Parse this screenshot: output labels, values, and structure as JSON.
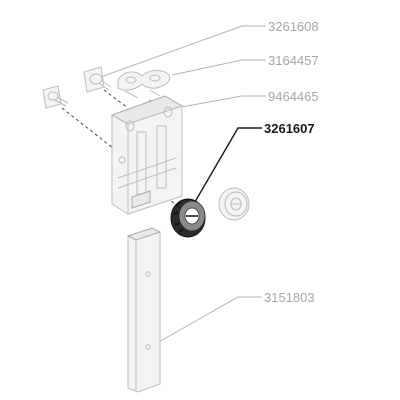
{
  "diagram": {
    "parts": [
      {
        "id": "3261608",
        "highlighted": false
      },
      {
        "id": "3164457",
        "highlighted": false
      },
      {
        "id": "9464465",
        "highlighted": false
      },
      {
        "id": "3261607",
        "highlighted": true
      },
      {
        "id": "3151803",
        "highlighted": false
      }
    ]
  },
  "colors": {
    "part_fill": "#f4f4f4",
    "part_outline": "#bdbdbd",
    "label_grey": "#a6a6a6",
    "highlight": "#1a1a1a"
  }
}
